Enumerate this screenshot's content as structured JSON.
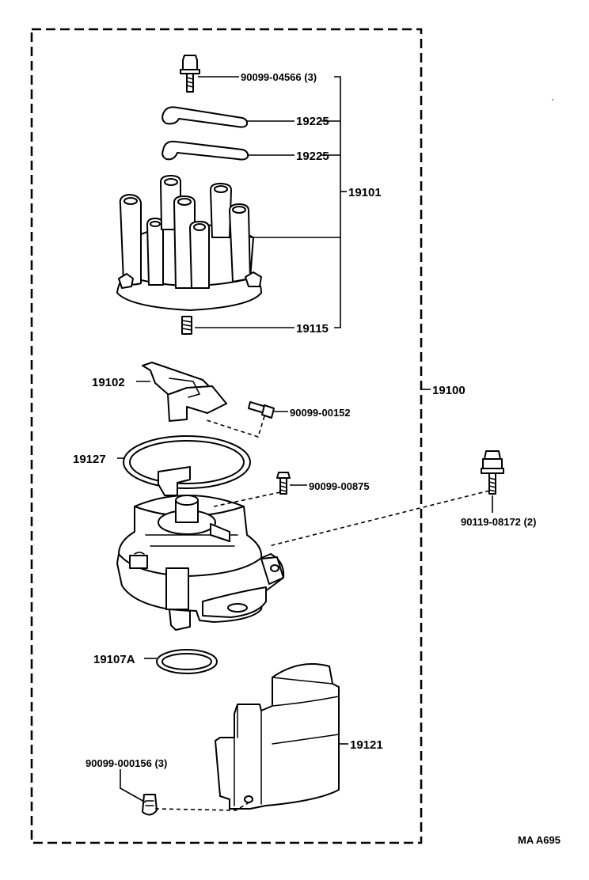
{
  "callouts": {
    "bolt_top": "90099-04566 (3)",
    "wire_1": "19225",
    "wire_2": "19225",
    "cap_assembly": "19101",
    "cap_spring": "19115",
    "rotor": "19102",
    "rotor_screw": "90099-00152",
    "assembly": "19100",
    "gasket": "19127",
    "housing_screw": "90099-00875",
    "mount_bolt": "90119-08172 (2)",
    "o_ring": "19107A",
    "cover": "19121",
    "cover_screw": "90099-000156 (3)"
  },
  "diagram_code": "MA  A695"
}
